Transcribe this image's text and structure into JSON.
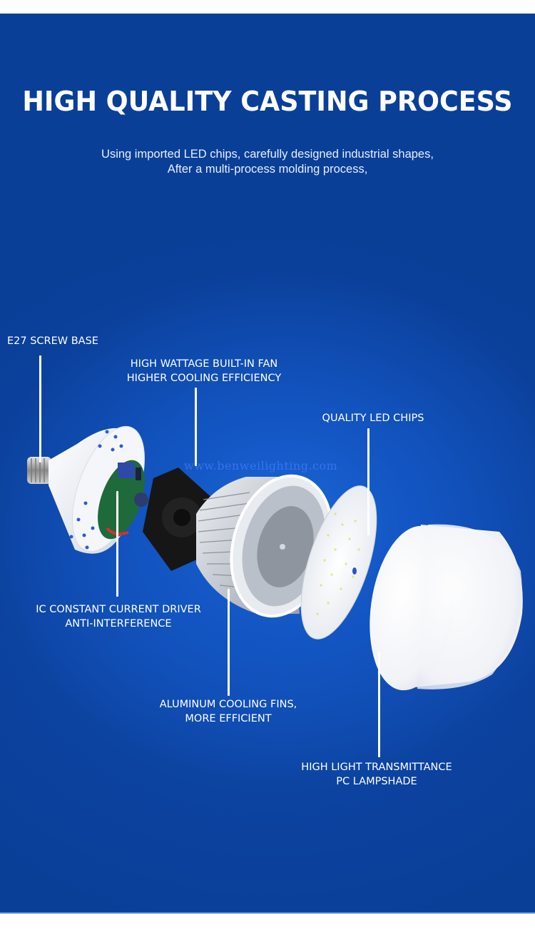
{
  "header": {
    "title": "HIGH QUALITY CASTING PROCESS",
    "subtitle_lines": [
      "Using imported LED chips, carefully designed industrial shapes,",
      "After a multi-process molding process,"
    ]
  },
  "callouts": [
    {
      "id": "screw-base",
      "lines": [
        "E27 SCREW BASE"
      ]
    },
    {
      "id": "fan",
      "lines": [
        "HIGH WATTAGE BUILT-IN FAN",
        "HIGHER COOLING EFFICIENCY"
      ]
    },
    {
      "id": "led-chips",
      "lines": [
        "QUALITY LED CHIPS"
      ]
    },
    {
      "id": "driver",
      "lines": [
        "IC CONSTANT CURRENT DRIVER",
        "ANTI-INTERFERENCE"
      ]
    },
    {
      "id": "cooling-fins",
      "lines": [
        "ALUMINUM COOLING FINS,",
        "MORE EFFICIENT"
      ]
    },
    {
      "id": "lampshade",
      "lines": [
        "HIGH LIGHT TRANSMITTANCE",
        "PC LAMPSHADE"
      ]
    }
  ],
  "watermark": "www.benweilighting.com",
  "components": [
    "e27-screw-base",
    "white-base-housing",
    "driver-circuit-board",
    "cooling-fan",
    "aluminum-heatsink",
    "led-chip-board",
    "pc-lampshade"
  ],
  "colors": {
    "background": "#0a3f98",
    "glow": "#1a68d6",
    "text": "#ffffff"
  }
}
